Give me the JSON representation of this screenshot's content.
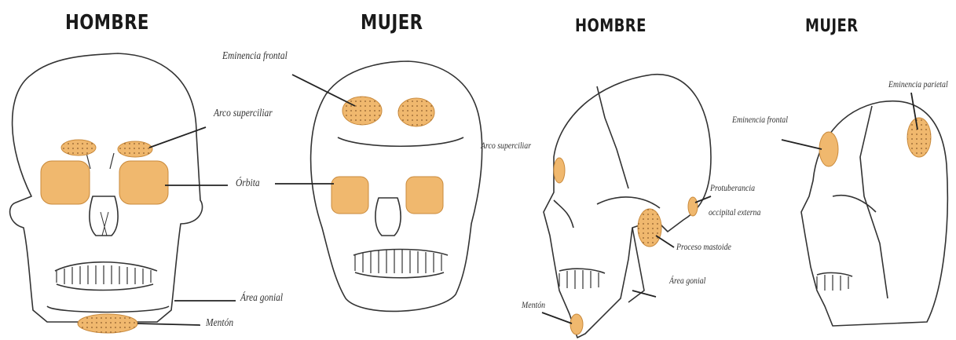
{
  "colors": {
    "feature_fill": "#f0b86e",
    "line": "#333333",
    "text": "#1a1a1a"
  },
  "titles": {
    "front_male": "HOMBRE",
    "front_female": "MUJER",
    "side_male": "HOMBRE",
    "side_female": "MUJER"
  },
  "labels": {
    "front_male_arco": "Arco superciliar",
    "front_male_orbita": "Órbita",
    "front_male_area_gonial": "Área gonial",
    "front_male_menton": "Mentón",
    "front_female_eminencia_frontal": "Eminencia frontal",
    "front_female_arco": "Arco superciliar",
    "side_male_protuberancia_1": "Protuberancia",
    "side_male_protuberancia_2": "occipital externa",
    "side_male_proceso_mastoide": "Proceso mastoide",
    "side_male_area_gonial": "Área gonial",
    "side_male_menton": "Mentón",
    "side_female_eminencia_frontal": "Eminencia frontal",
    "side_female_eminencia_parietal": "Eminencia parietal"
  }
}
